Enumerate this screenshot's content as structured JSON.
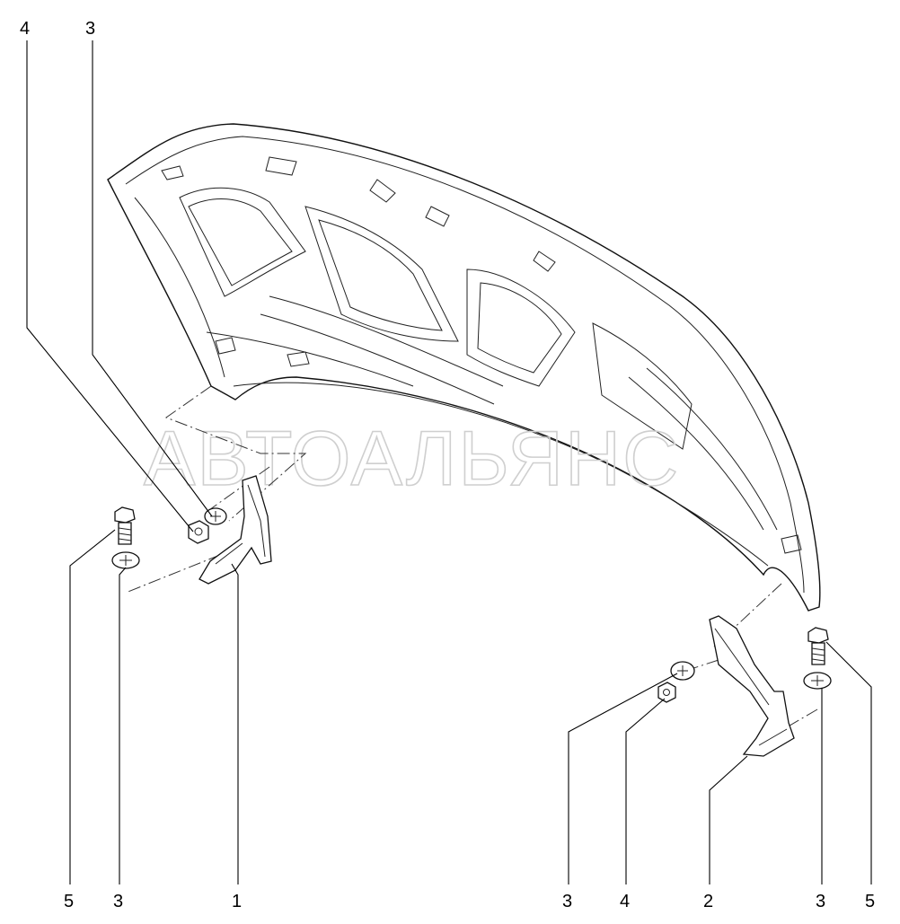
{
  "watermark": "АВТОАЛЬЯНС",
  "callouts": {
    "top_left_4": "4",
    "top_left_3": "3",
    "bottom_left_5": "5",
    "bottom_left_3": "3",
    "bottom_left_1": "1",
    "bottom_right_3a": "3",
    "bottom_right_4": "4",
    "bottom_right_2": "2",
    "bottom_right_3b": "3",
    "bottom_right_5": "5"
  }
}
